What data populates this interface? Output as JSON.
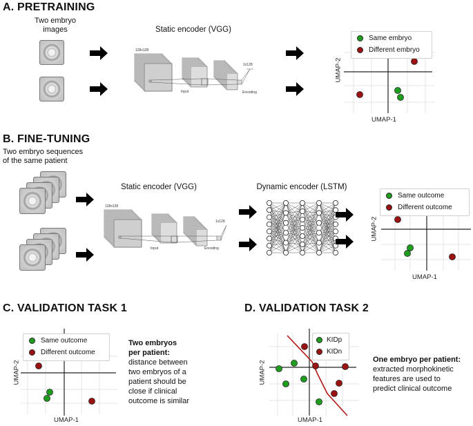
{
  "panels": {
    "a": {
      "title": "A. PRETRAINING",
      "input_caption": [
        "Two embryo",
        "images"
      ],
      "encoder_title": "Static encoder (VGG)",
      "vgg": {
        "size_label": "128x128",
        "input_label": "Input",
        "encoding_label": "Encoding",
        "vec_label": "1x128"
      },
      "legend": [
        "Same embryo",
        "Different embryo"
      ],
      "xlabel": "UMAP-1",
      "ylabel": "UMAP-2"
    },
    "b": {
      "title": "B. FINE-TUNING",
      "input_caption": [
        "Two embryo sequences",
        "of the same patient"
      ],
      "static_encoder_title": "Static encoder (VGG)",
      "dynamic_encoder_title": "Dynamic encoder (LSTM)",
      "vgg": {
        "size_label": "128x128",
        "input_label": "Input",
        "encoding_label": "Encoding",
        "vec_label": "1x128"
      },
      "legend": [
        "Same outcome",
        "Different outcome"
      ],
      "xlabel": "UMAP-1",
      "ylabel": "UMAP-2"
    },
    "c": {
      "title": "C. VALIDATION TASK 1",
      "legend": [
        "Same outcome",
        "Different outcome"
      ],
      "xlabel": "UMAP-1",
      "ylabel": "UMAP-2",
      "desc_bold": [
        "Two embryos",
        "per patient:"
      ],
      "desc_lines": [
        "distance between",
        "two embryos of a",
        "patient should be",
        "close if clinical",
        "outcome is similar"
      ]
    },
    "d": {
      "title": "D. VALIDATION TASK 2",
      "legend": [
        "KIDp",
        "KIDn"
      ],
      "xlabel": "UMAP-1",
      "ylabel": "UMAP-2",
      "desc_bold": [
        "One embryo per patient:"
      ],
      "desc_lines": [
        "extracted morphokinetic",
        "features are used to",
        "predict clinical outcome"
      ]
    }
  },
  "colors": {
    "green": "#1f9d1f",
    "red": "#9b1212",
    "boundary": "#b31515",
    "arrow": "#000000"
  }
}
